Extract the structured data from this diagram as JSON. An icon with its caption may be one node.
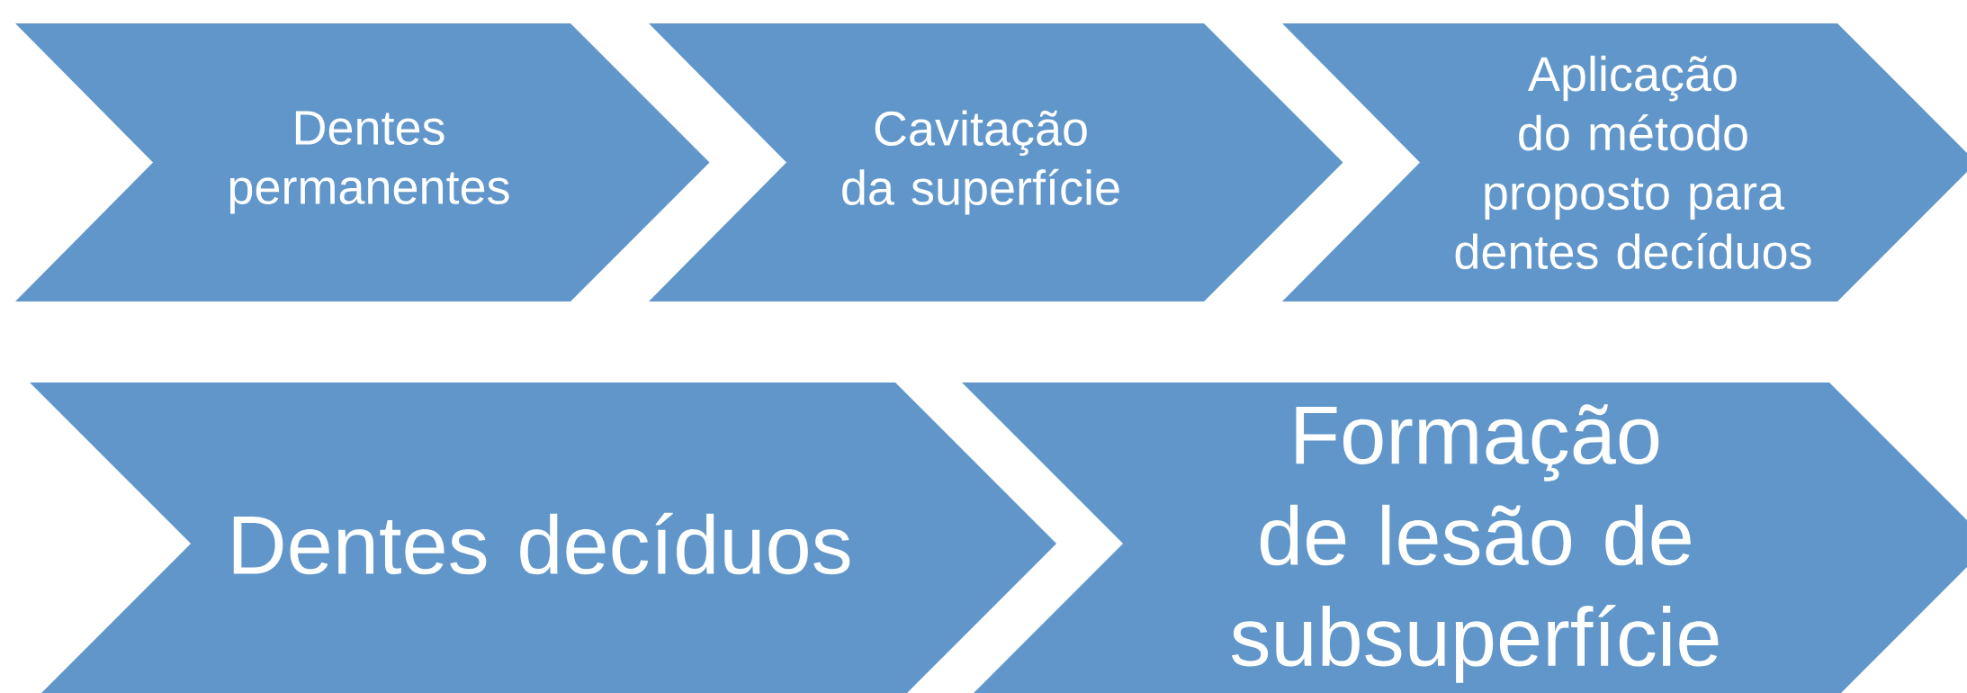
{
  "diagram": {
    "nodes": [
      {
        "text": [
          "Dentes permanentes"
        ]
      },
      {
        "text": [
          "Cavitação da superfície"
        ]
      },
      {
        "text": [
          "Aplicação do método proposto para dentes decíduos"
        ]
      },
      {
        "text": [
          "Dentes decíduos"
        ]
      },
      {
        "text": [
          "Formação de lesão de subsuperfície"
        ]
      }
    ]
  }
}
